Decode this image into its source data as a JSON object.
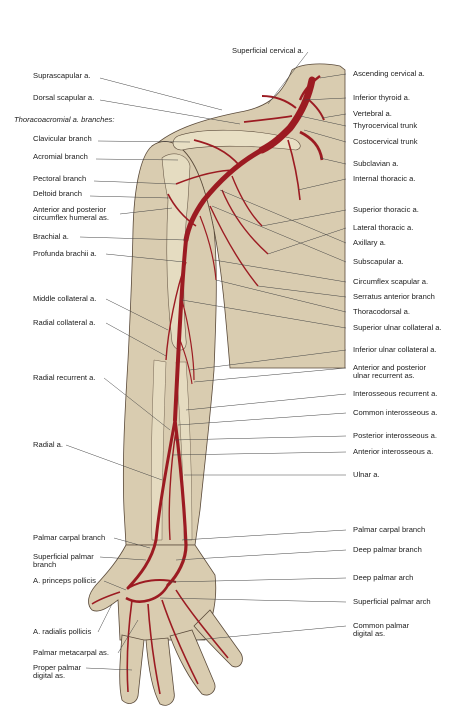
{
  "colors": {
    "skin": "#d9ccb0",
    "skin_shadow": "#c8b894",
    "bone": "#e8dfc4",
    "artery": "#9c1b22",
    "artery_dark": "#6e0f16",
    "outline": "#5a4a3a",
    "leader": "#444444"
  },
  "labels_top": [
    {
      "id": "superficial-cervical",
      "text": "Superficial cervical a."
    }
  ],
  "labels_left": [
    {
      "id": "suprascapular",
      "text": "Suprascapular a."
    },
    {
      "id": "dorsal-scapular",
      "text": "Dorsal scapular a."
    },
    {
      "id": "thoracoacromial-heading",
      "text": "Thoracoacromial a. branches:"
    },
    {
      "id": "clavicular-branch",
      "text": "Clavicular branch"
    },
    {
      "id": "acromial-branch",
      "text": "Acromial branch"
    },
    {
      "id": "pectoral-branch",
      "text": "Pectoral branch"
    },
    {
      "id": "deltoid-branch",
      "text": "Deltoid branch"
    },
    {
      "id": "circumflex-humeral",
      "text": "Anterior and posterior\ncircumflex humeral as."
    },
    {
      "id": "brachial",
      "text": "Brachial a."
    },
    {
      "id": "profunda-brachii",
      "text": "Profunda brachii a."
    },
    {
      "id": "middle-collateral",
      "text": "Middle collateral a."
    },
    {
      "id": "radial-collateral",
      "text": "Radial collateral a."
    },
    {
      "id": "radial-recurrent",
      "text": "Radial recurrent a."
    },
    {
      "id": "radial",
      "text": "Radial a."
    },
    {
      "id": "palmar-carpal-left",
      "text": "Palmar carpal branch"
    },
    {
      "id": "superficial-palmar-branch",
      "text": "Superficial palmar\nbranch"
    },
    {
      "id": "princeps-pollicis",
      "text": "A. princeps pollicis"
    },
    {
      "id": "radialis-pollicis",
      "text": "A. radialis pollicis"
    },
    {
      "id": "palmar-metacarpal",
      "text": "Palmar metacarpal as."
    },
    {
      "id": "proper-palmar-digital",
      "text": "Proper palmar\ndigital as."
    }
  ],
  "labels_right": [
    {
      "id": "ascending-cervical",
      "text": "Ascending cervical a."
    },
    {
      "id": "inferior-thyroid",
      "text": "Inferior thyroid a."
    },
    {
      "id": "vertebral",
      "text": "Vertebral a."
    },
    {
      "id": "thyrocervical-trunk",
      "text": "Thyrocervical trunk"
    },
    {
      "id": "costocervical-trunk",
      "text": "Costocervical trunk"
    },
    {
      "id": "subclavian",
      "text": "Subclavian a."
    },
    {
      "id": "internal-thoracic",
      "text": "Internal thoracic a."
    },
    {
      "id": "superior-thoracic",
      "text": "Superior thoracic a."
    },
    {
      "id": "lateral-thoracic",
      "text": "Lateral thoracic a."
    },
    {
      "id": "axillary",
      "text": "Axillary a."
    },
    {
      "id": "subscapular",
      "text": "Subscapular a."
    },
    {
      "id": "circumflex-scapular",
      "text": "Circumflex scapular a."
    },
    {
      "id": "serratus-anterior",
      "text": "Serratus anterior branch"
    },
    {
      "id": "thoracodorsal",
      "text": "Thoracodorsal a."
    },
    {
      "id": "superior-ulnar-collateral",
      "text": "Superior ulnar collateral a."
    },
    {
      "id": "inferior-ulnar-collateral",
      "text": "Inferior ulnar collateral a."
    },
    {
      "id": "ulnar-recurrent",
      "text": "Anterior and posterior\nulnar recurrent as."
    },
    {
      "id": "interosseous-recurrent",
      "text": "Interosseous recurrent a."
    },
    {
      "id": "common-interosseous",
      "text": "Common interosseous a."
    },
    {
      "id": "posterior-interosseous",
      "text": "Posterior interosseous a."
    },
    {
      "id": "anterior-interosseous",
      "text": "Anterior interosseous a."
    },
    {
      "id": "ulnar",
      "text": "Ulnar a."
    },
    {
      "id": "palmar-carpal-right",
      "text": "Palmar carpal branch"
    },
    {
      "id": "deep-palmar-branch",
      "text": "Deep palmar branch"
    },
    {
      "id": "deep-palmar-arch",
      "text": "Deep palmar arch"
    },
    {
      "id": "superficial-palmar-arch",
      "text": "Superficial palmar arch"
    },
    {
      "id": "common-palmar-digital",
      "text": "Common palmar\ndigital as."
    }
  ]
}
